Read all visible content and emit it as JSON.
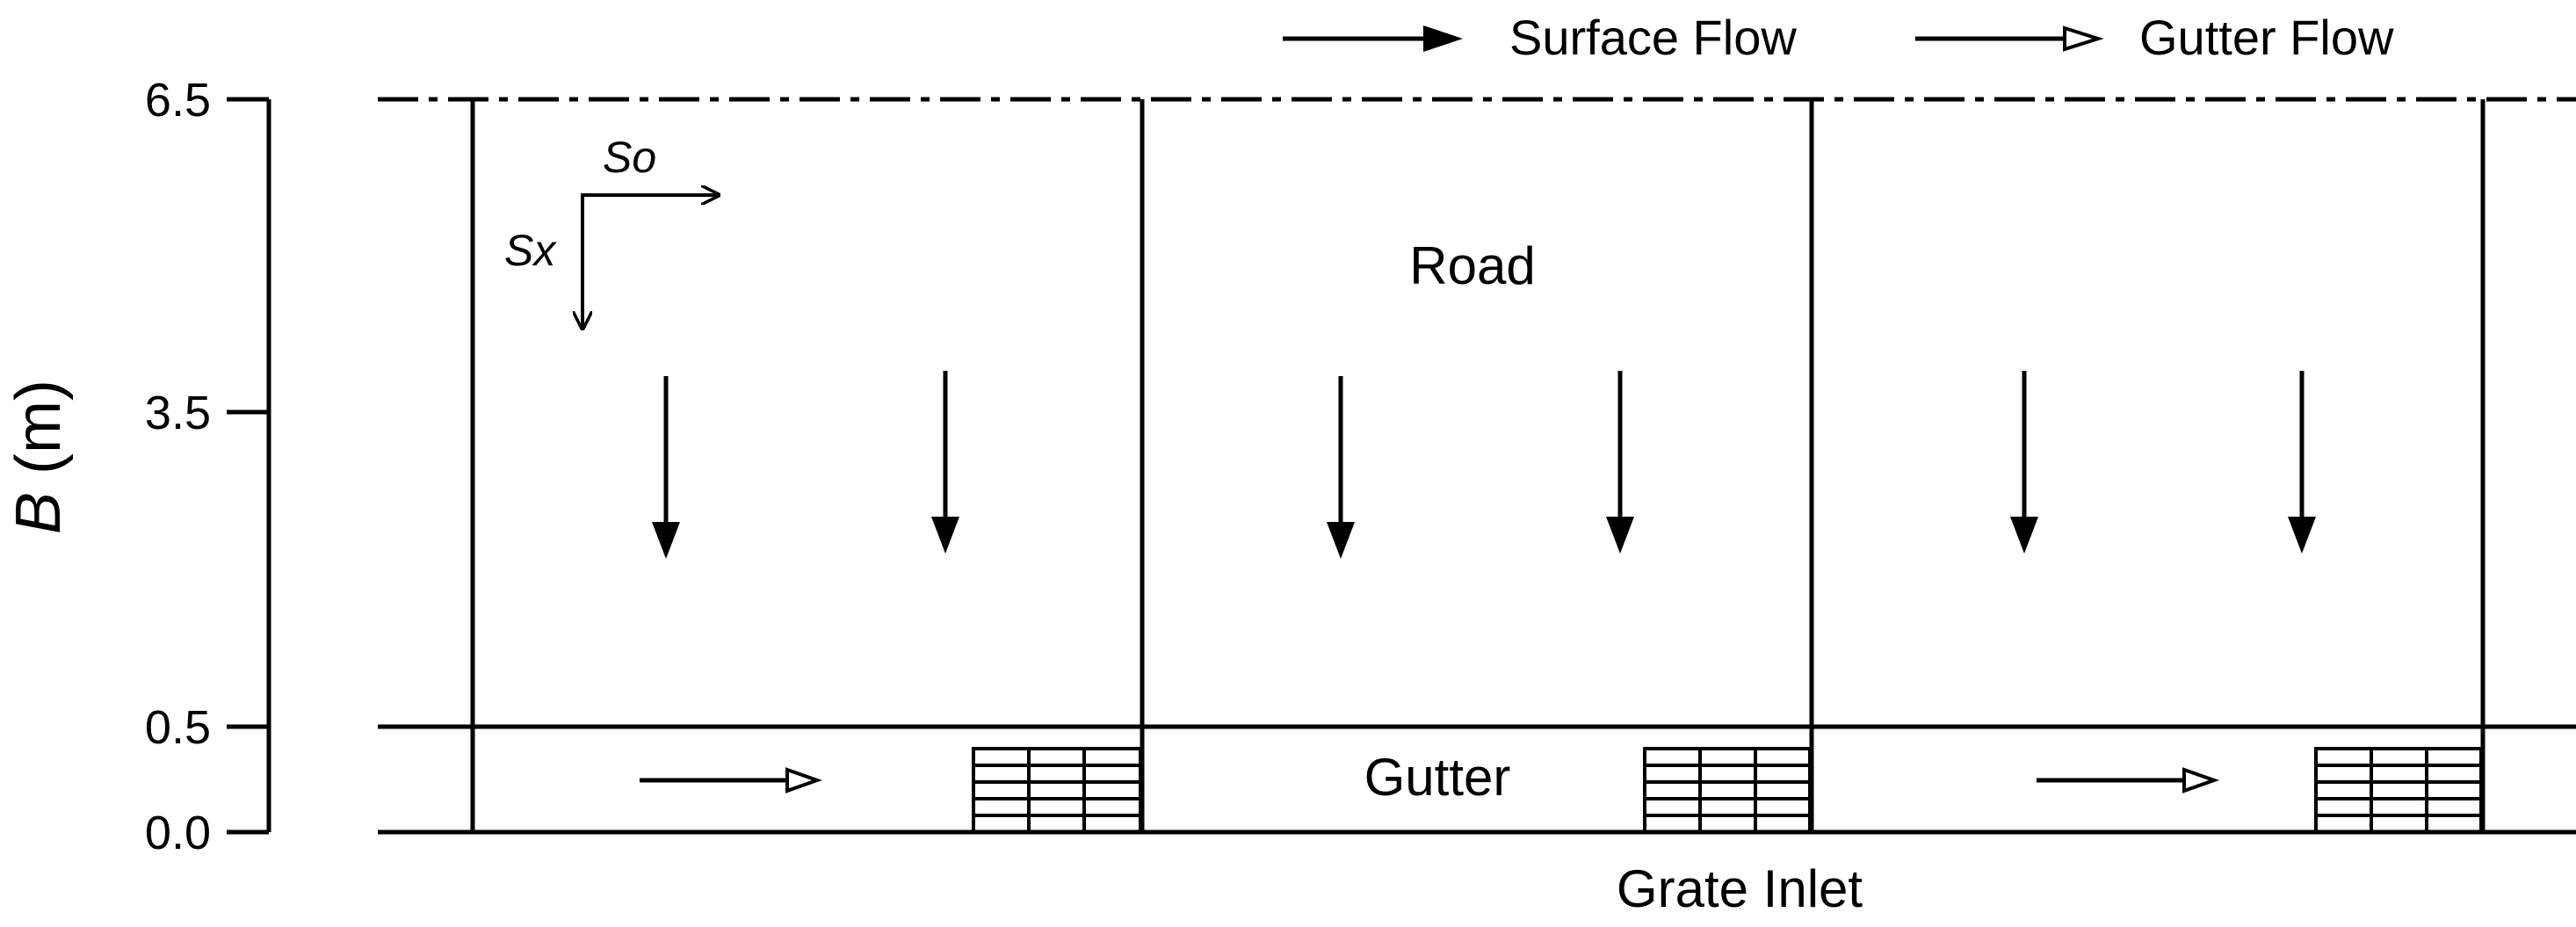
{
  "legend": {
    "surface_flow": "Surface Flow",
    "gutter_flow": "Gutter Flow"
  },
  "axis": {
    "label_italic": "B",
    "label_unit": " (m)",
    "ticks": [
      "6.5",
      "3.5",
      "0.5",
      "0.0"
    ]
  },
  "slopes": {
    "so": "So",
    "sx": "Sx"
  },
  "labels": {
    "road": "Road",
    "gutter": "Gutter",
    "grate_inlet": "Grate Inlet"
  },
  "colors": {
    "ink": "#000000",
    "background": "#ffffff"
  }
}
